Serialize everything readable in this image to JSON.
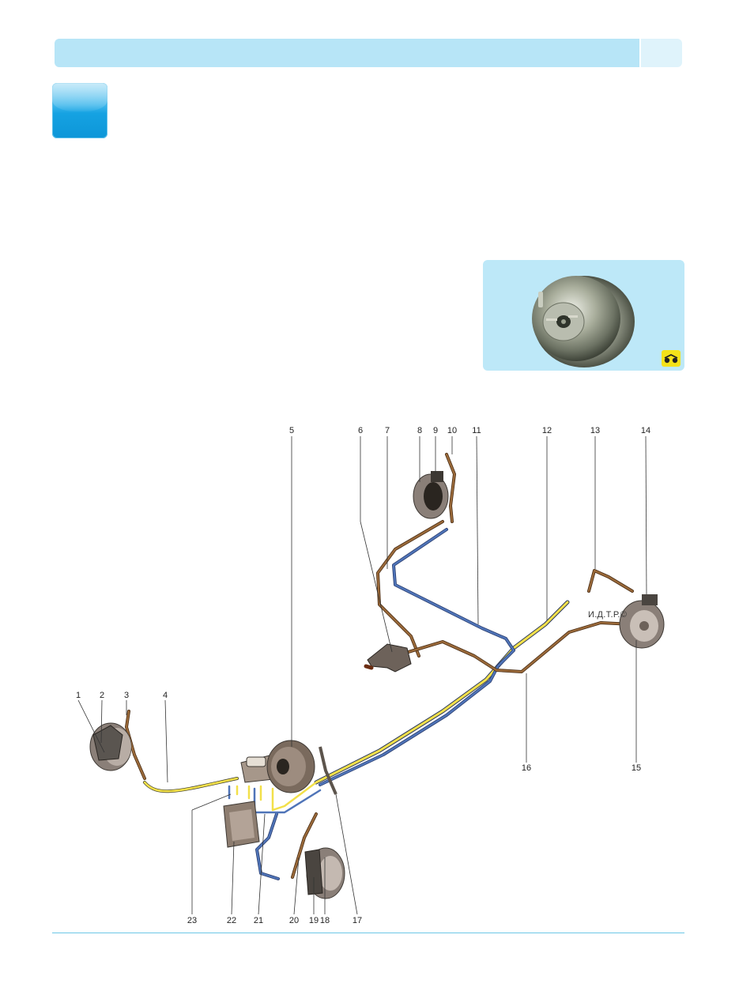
{
  "header": {
    "title": "",
    "tab_label": ""
  },
  "chapter": {
    "number": ""
  },
  "booster_photo": {
    "icon": "brake-system-icon",
    "badge_color": "#f4e21a",
    "panel_color": "#bde8f8"
  },
  "diagram": {
    "watermark": "И.Д.Т.Р.©",
    "line_colors": {
      "yellow": "#f2e04a",
      "blue": "#3f63a6",
      "brown": "#8b5a2b"
    },
    "callouts": [
      {
        "label": "1"
      },
      {
        "label": "2"
      },
      {
        "label": "3"
      },
      {
        "label": "4"
      },
      {
        "label": "5"
      },
      {
        "label": "6"
      },
      {
        "label": "7"
      },
      {
        "label": "8"
      },
      {
        "label": "9"
      },
      {
        "label": "10"
      },
      {
        "label": "11"
      },
      {
        "label": "12"
      },
      {
        "label": "13"
      },
      {
        "label": "14"
      },
      {
        "label": "15"
      },
      {
        "label": "16"
      },
      {
        "label": "17"
      },
      {
        "label": "18"
      },
      {
        "label": "19"
      },
      {
        "label": "20"
      },
      {
        "label": "21"
      },
      {
        "label": "22"
      },
      {
        "label": "23"
      }
    ]
  }
}
